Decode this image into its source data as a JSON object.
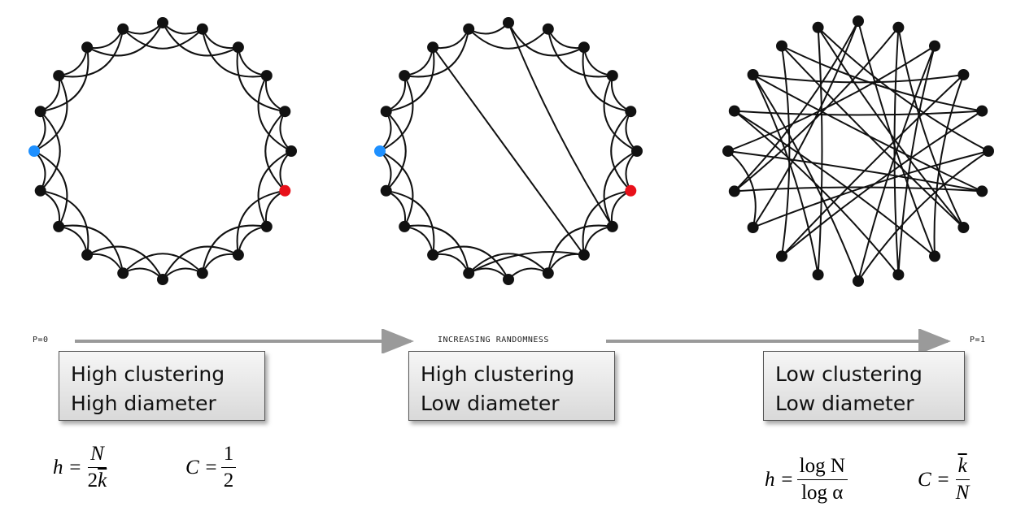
{
  "axis": {
    "start_label": "P=0",
    "middle_label": "INCREASING RANDOMNESS",
    "end_label": "P=1"
  },
  "boxes": [
    {
      "line1": "High clustering",
      "line2": "High diameter"
    },
    {
      "line1": "High clustering",
      "line2": "Low diameter"
    },
    {
      "line1": "Low clustering",
      "line2": "Low diameter"
    }
  ],
  "formulas": {
    "left_h": {
      "lhs": "h =",
      "num": "N",
      "den_coef": "2",
      "den_var": "k"
    },
    "left_c": {
      "lhs": "C =",
      "num": "1",
      "den": "2"
    },
    "right_h": {
      "lhs": "h =",
      "num": "log N",
      "den": "log α"
    },
    "right_c": {
      "lhs": "C =",
      "num": "k",
      "den": "N"
    }
  },
  "colors": {
    "blue_node": "#1e90ff",
    "red_node": "#e8101a",
    "edge": "#111111",
    "arrow": "#9a9a9a"
  },
  "graphs": {
    "node_count": 20,
    "neighbors_each_side": 2
  }
}
